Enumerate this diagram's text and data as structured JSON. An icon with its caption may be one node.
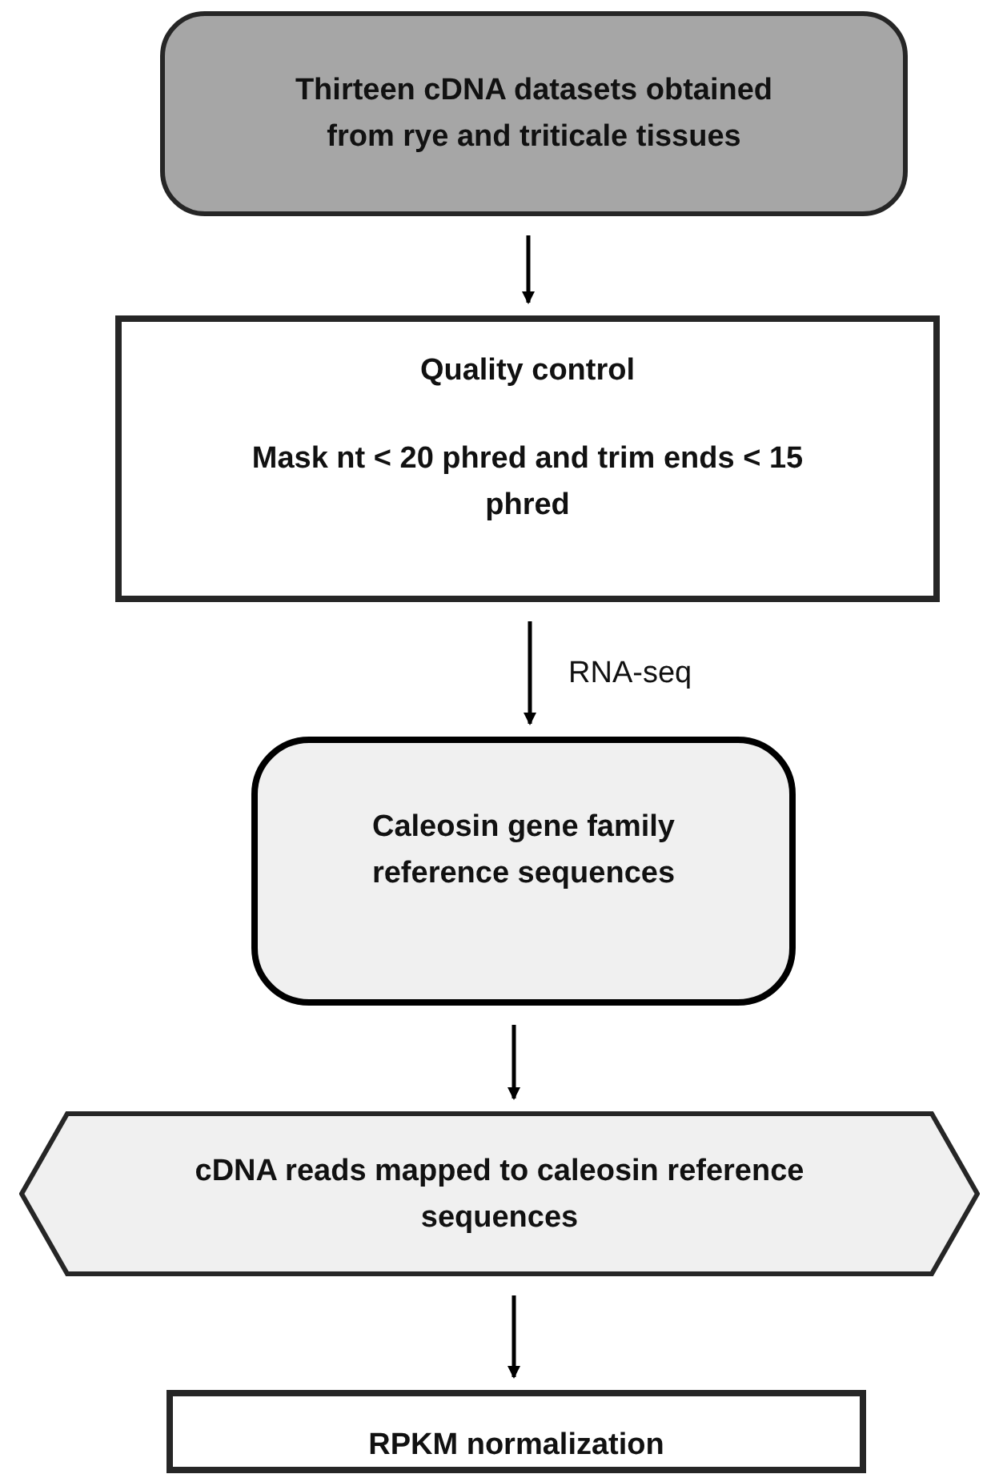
{
  "diagram": {
    "nodes": [
      {
        "text": [
          "Thirteen cDNA datasets obtained from rye and triticale tissues"
        ]
      },
      {
        "text": [
          "Quality control",
          "Mask nt < 20 phred and trim ends < 15 phred"
        ]
      },
      {
        "text": [
          "Caleosin gene family reference sequences"
        ]
      },
      {
        "text": [
          "cDNA reads mapped to caleosin reference sequences"
        ]
      },
      {
        "text": [
          "RPKM normalization"
        ]
      }
    ],
    "edges": [
      {
        "from": 0,
        "to": 1,
        "arrow": "to"
      },
      {
        "from": 1,
        "to": 2,
        "arrow": "to",
        "label": "RNA-seq"
      },
      {
        "from": 2,
        "to": 3,
        "arrow": "to"
      },
      {
        "from": 3,
        "to": 4,
        "arrow": "to"
      }
    ]
  }
}
